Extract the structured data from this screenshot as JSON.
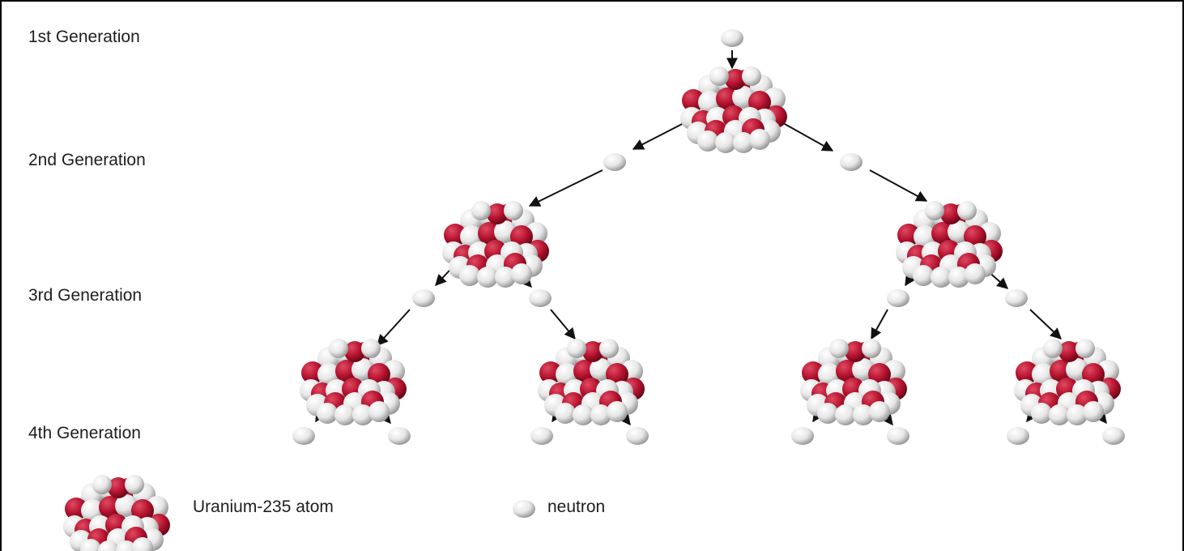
{
  "generations": {
    "gen1": "1st Generation",
    "gen2": "2nd Generation",
    "gen3": "3rd Generation",
    "gen4": "4th Generation"
  },
  "legend": {
    "atom": "Uranium-235 atom",
    "neutron": "neutron"
  },
  "colors": {
    "proton": "#b5122e",
    "neutron": "#e8e8e8",
    "arrow": "#111111"
  },
  "icons": {
    "atom": "uranium-235-atom-icon",
    "neutron": "neutron-icon"
  }
}
